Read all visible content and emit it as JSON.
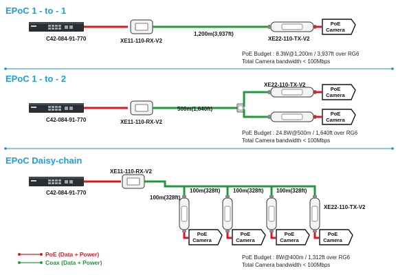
{
  "colors": {
    "heading": "#1aa0dc",
    "poe": "#e0141e",
    "coax": "#1e9a3c",
    "divider": "#1a8fd0"
  },
  "sections": [
    {
      "title": "EPoC 1 - to - 1",
      "switch_label": "C42-084-91-770",
      "rx_label": "XE11-110-RX-V2",
      "distance": "1,200m(3,937ft)",
      "tx_label": "XE22-110-TX-V2",
      "camera": [
        "PoE",
        "Camera"
      ],
      "note_1": "PoE Budget : 8.3W@1,200m / 3,937ft over RG6",
      "note_2": "Total Camera bandwidth < 100Mbps"
    },
    {
      "title": "EPoC 1 - to - 2",
      "switch_label": "C42-084-91-770",
      "rx_label": "XE11-110-RX-V2",
      "distance": "500m(1,640ft)",
      "tx_label": "XE22-110-TX-V2",
      "camera": [
        "PoE",
        "Camera"
      ],
      "note_1": "PoE Budget : 24.8W@500m / 1,640ft over RG6",
      "note_2": "Total Camera bandwidth < 100Mbps"
    },
    {
      "title": "EPoC Daisy-chain",
      "switch_label": "C42-084-91-770",
      "rx_label": "XE11-110-RX-V2",
      "distances": [
        "100m(328ft)",
        "100m(328ft)",
        "100m(328ft)",
        "100m(328ft)"
      ],
      "tx_label": "XE22-110-TX-V2",
      "camera": [
        "PoE",
        "Camera"
      ],
      "note_1": "PoE Budget : 8W@400m / 1,312ft over RG6",
      "note_2": "Total Camera bandwidth < 100Mbps"
    }
  ],
  "legend": {
    "poe": "PoE (Data + Power)",
    "coax": "Coax (Data + Power)"
  }
}
